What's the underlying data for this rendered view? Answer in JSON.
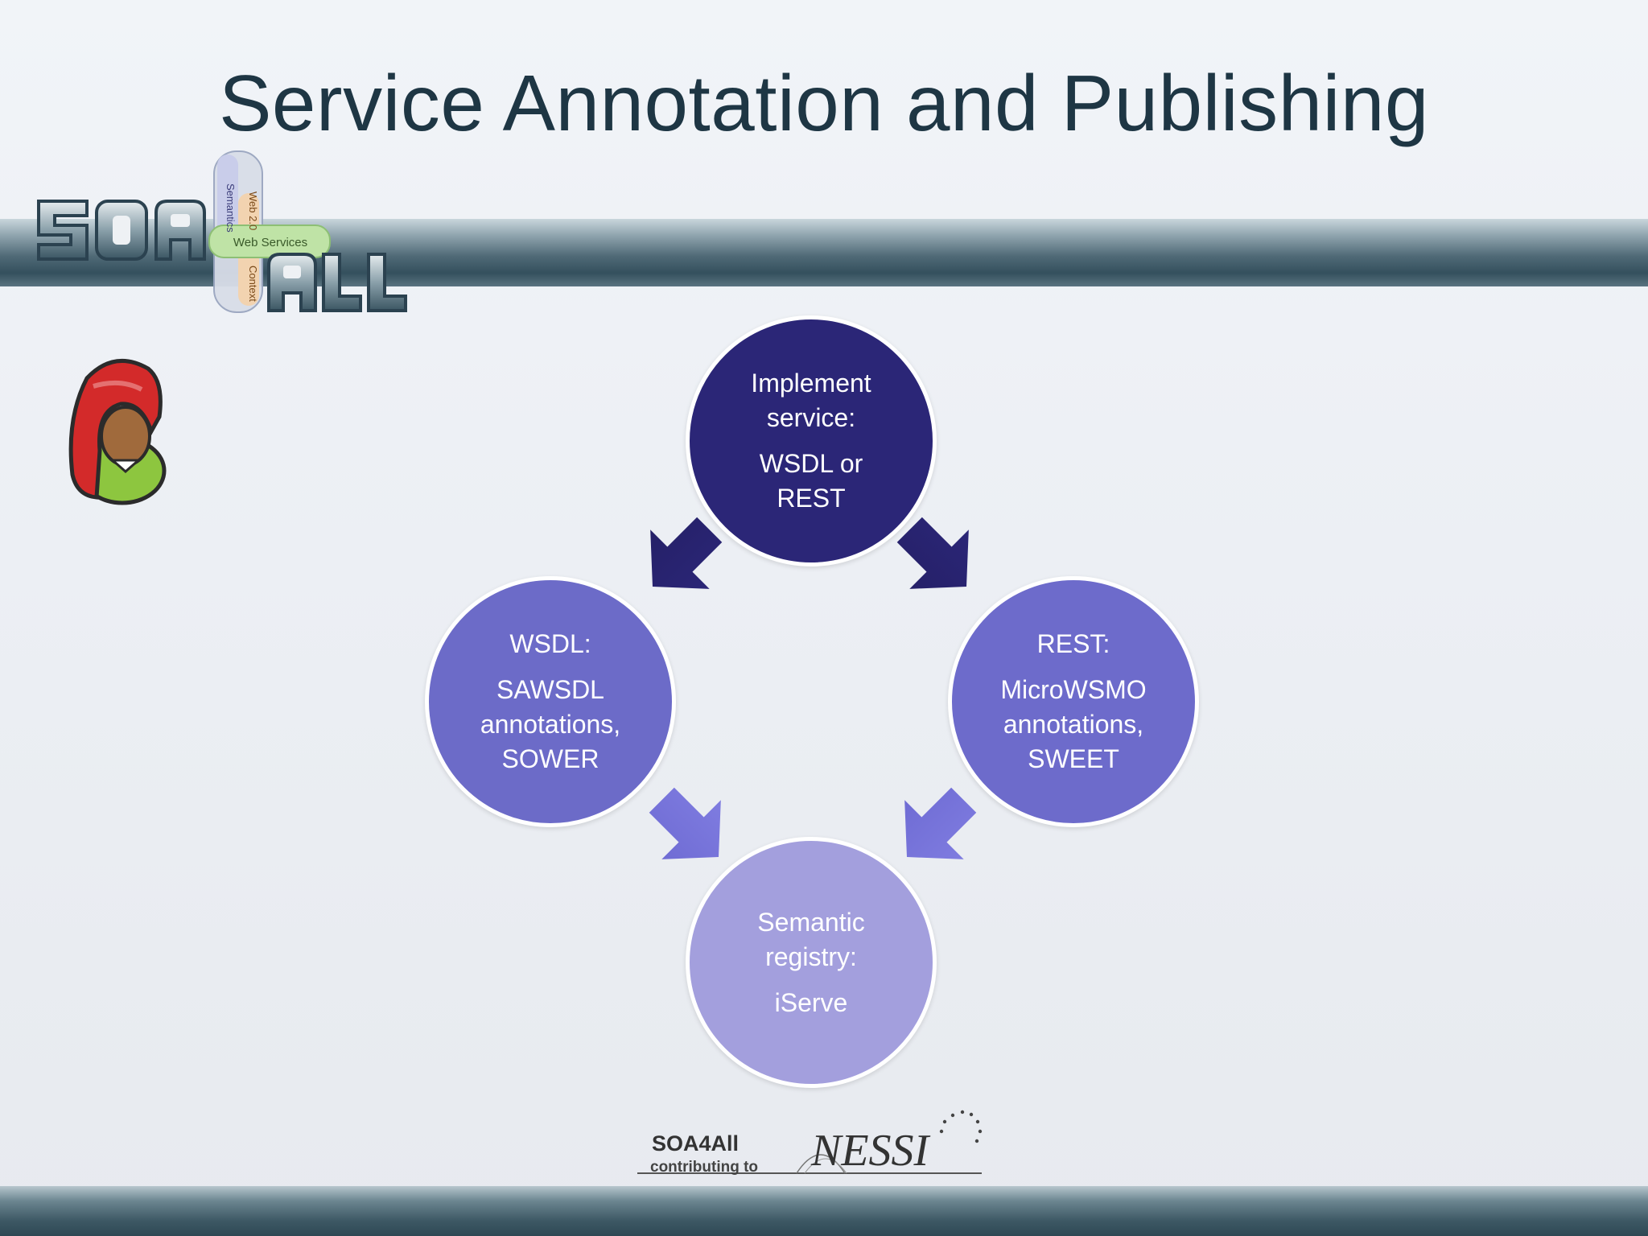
{
  "slide": {
    "title": "Service Annotation and Publishing"
  },
  "logo": {
    "text": "SOA4ALL",
    "tags": [
      "Semantics",
      "Web 2.0",
      "Web Services",
      "Context"
    ]
  },
  "diagram": {
    "nodes": [
      {
        "id": "implement",
        "line1": "Implement\nservice:",
        "line2": "WSDL or\nREST",
        "color": "#2b2677"
      },
      {
        "id": "wsdl",
        "line1": "WSDL:",
        "line2": "SAWSDL\nannotations,\nSOWER",
        "color": "#6c6bc8"
      },
      {
        "id": "rest",
        "line1": "REST:",
        "line2": "MicroWSMO\nannotations,\nSWEET",
        "color": "#6d6bcb"
      },
      {
        "id": "registry",
        "line1": "Semantic\nregistry:",
        "line2": "iServe",
        "color": "#a39fdd"
      }
    ],
    "arrow_colors": {
      "top": "#2b2677",
      "bottom": "#7a77d8"
    }
  },
  "footer": {
    "soa_label": "SOA4All",
    "contrib_label": "contributing to",
    "nessi_label": "NESSI"
  }
}
